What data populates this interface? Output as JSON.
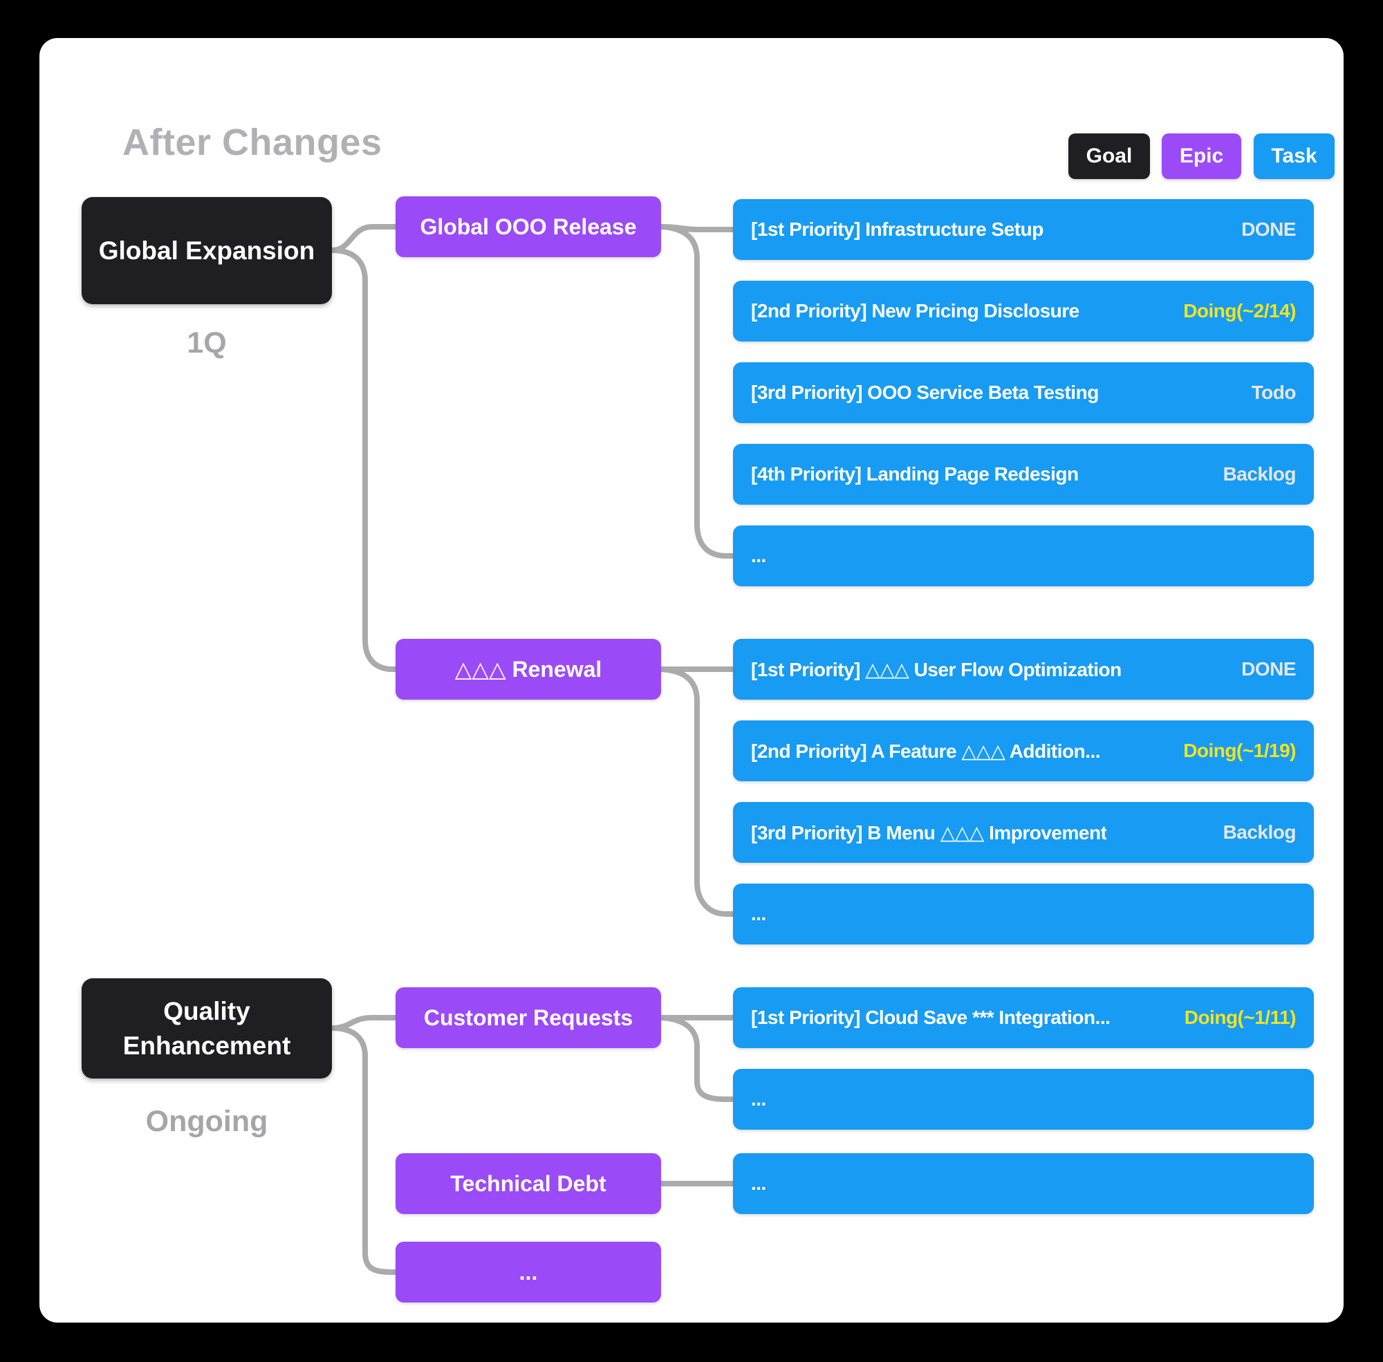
{
  "title": "After Changes",
  "legend": {
    "goal": "Goal",
    "epic": "Epic",
    "task": "Task"
  },
  "goals": [
    {
      "label": "Global Expansion",
      "timeframe": "1Q"
    },
    {
      "label": "Quality Enhancement",
      "timeframe": "Ongoing"
    }
  ],
  "epics": [
    {
      "label": "Global OOO Release"
    },
    {
      "label": "△△△ Renewal"
    },
    {
      "label": "Customer Requests"
    },
    {
      "label": "Technical Debt"
    },
    {
      "label": "..."
    }
  ],
  "tasks": [
    {
      "label": "[1st Priority] Infrastructure Setup",
      "status": "DONE"
    },
    {
      "label": "[2nd Priority] New Pricing Disclosure",
      "status": "Doing(~2/14)"
    },
    {
      "label": "[3rd Priority] OOO Service Beta Testing",
      "status": "Todo"
    },
    {
      "label": "[4th Priority] Landing Page Redesign",
      "status": "Backlog"
    },
    {
      "label": "...",
      "status": ""
    },
    {
      "label": "[1st Priority] △△△ User Flow Optimization",
      "status": "DONE"
    },
    {
      "label": "[2nd Priority] A Feature △△△ Addition...",
      "status": "Doing(~1/19)"
    },
    {
      "label": "[3rd Priority] B Menu △△△ Improvement",
      "status": "Backlog"
    },
    {
      "label": "...",
      "status": ""
    },
    {
      "label": "[1st Priority] Cloud Save *** Integration...",
      "status": "Doing(~1/11)"
    },
    {
      "label": "...",
      "status": ""
    },
    {
      "label": "...",
      "status": ""
    }
  ],
  "colors": {
    "goal": "#1f1e21",
    "epic": "#9b4af8",
    "task": "#189bf2",
    "doing": "#f2e41d",
    "connector": "#ababab",
    "title": "#b1b1b3"
  }
}
